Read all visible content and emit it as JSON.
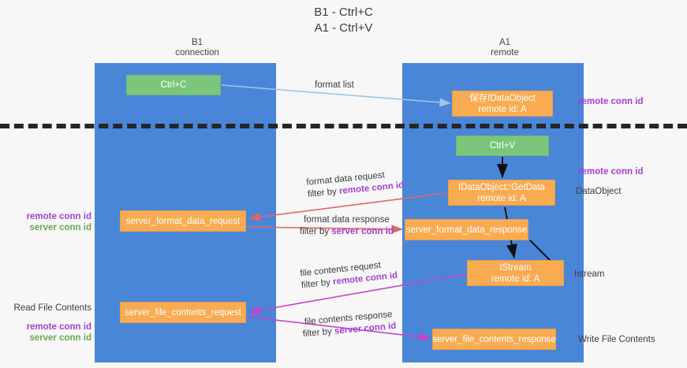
{
  "title": {
    "line1": "B1 - Ctrl+C",
    "line2": "A1 - Ctrl+V"
  },
  "columns": [
    {
      "name": "B1",
      "sub": "connection",
      "color": "#4a86d8"
    },
    {
      "name": "A1",
      "sub": "remote",
      "color": "#4a86d8"
    }
  ],
  "nodes": {
    "ctrl_c": {
      "line1": "Ctrl+C",
      "line2": "",
      "color": "#7bc67b"
    },
    "idataobject": {
      "line1": "保存IDataObject",
      "line2": "remote id: A",
      "color": "#f9ab52"
    },
    "ctrl_v": {
      "line1": "Ctrl+V",
      "line2": "",
      "color": "#7bc67b"
    },
    "getdata": {
      "line1": "IDataObject::GetData",
      "line2": "remote id: A",
      "color": "#f9ab52"
    },
    "server_format_data_request": {
      "line1": "server_format_data_request",
      "line2": "",
      "color": "#f9ab52"
    },
    "server_format_data_response": {
      "line1": "server_format_data_response",
      "line2": "",
      "color": "#f9ab52"
    },
    "istream": {
      "line1": "IStream",
      "line2": "remote id: A",
      "color": "#f9ab52"
    },
    "server_file_contents_request": {
      "line1": "server_file_contents_request",
      "line2": "",
      "color": "#f9ab52"
    },
    "server_file_contents_response": {
      "line1": "server_file_contents_response",
      "line2": "",
      "color": "#f9ab52"
    }
  },
  "edges": {
    "format_list": {
      "label": "format list",
      "filter_prefix": "",
      "filter_key": "",
      "color": "#9fc5e8"
    },
    "format_data_req": {
      "label": "format data request",
      "filter_prefix": "filter by ",
      "filter_key": "remote conn id",
      "color": "#e06666"
    },
    "format_data_res": {
      "label": "format data response",
      "filter_prefix": "filter by ",
      "filter_key": "server conn id",
      "color": "#e06666"
    },
    "file_contents_req": {
      "label": "file contents request",
      "filter_prefix": "filter by ",
      "filter_key": "remote conn id",
      "color": "#c742c7"
    },
    "file_contents_res": {
      "label": "file contents response",
      "filter_prefix": "filter by ",
      "filter_key": "server conn id",
      "color": "#c742c7"
    }
  },
  "side_labels": {
    "remote_conn_id_top": "remote conn id",
    "remote_conn_id_mid": "remote conn id",
    "dataobject": "DataObject",
    "istream": "Istream",
    "write_file_contents": "Write File Contents"
  },
  "left_labels": {
    "group1": {
      "heading": "",
      "remote": "remote conn id",
      "server": "server conn id"
    },
    "group2": {
      "heading": "Read File Contents",
      "remote": "remote conn id",
      "server": "server conn id"
    }
  },
  "colors": {
    "lane": "#4a86d8",
    "green": "#7bc67b",
    "orange": "#f9ab52",
    "purple": "#a23fd0",
    "green_text": "#6aa84f",
    "red_arrow": "#e06666",
    "magenta_arrow": "#c742c7",
    "blue_arrow": "#9fc5e8",
    "divider": "#262626",
    "background": "#f7f7f7"
  }
}
